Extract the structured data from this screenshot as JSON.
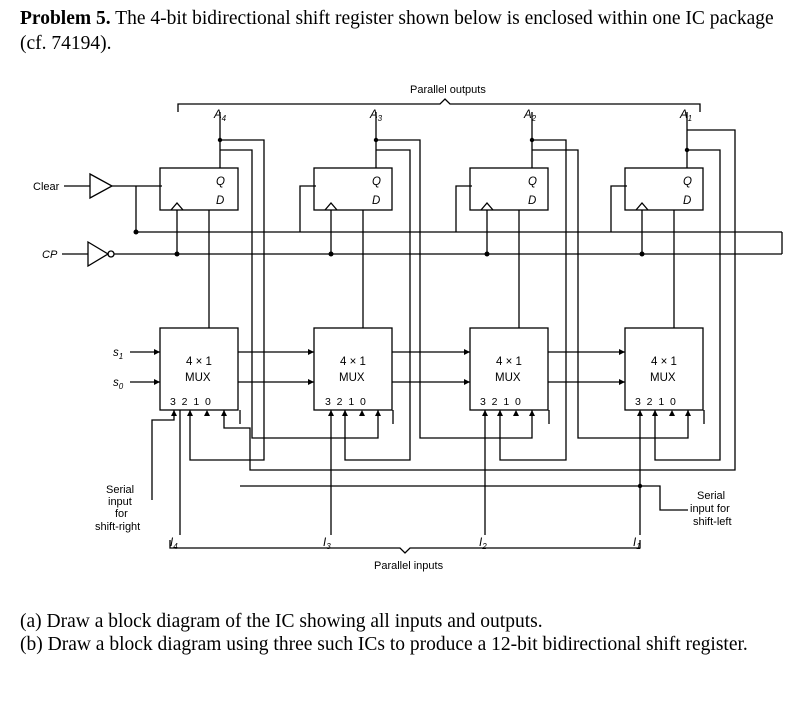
{
  "problem": {
    "label": "Problem 5.",
    "text": "The 4-bit bidirectional shift register shown below is enclosed within one IC package (cf. 74194)."
  },
  "figure": {
    "parallel_outputs": "Parallel outputs",
    "parallel_inputs": "Parallel inputs",
    "clear": "Clear",
    "cp": "CP",
    "s1": "s",
    "s1_sub": "1",
    "s0": "s",
    "s0_sub": "0",
    "serial_right": [
      "Serial",
      "input",
      "for",
      "shift-right"
    ],
    "serial_left": [
      "Serial",
      "input for",
      "shift-left"
    ],
    "outputs": [
      {
        "base": "A",
        "sub": "4"
      },
      {
        "base": "A",
        "sub": "3"
      },
      {
        "base": "A",
        "sub": "2"
      },
      {
        "base": "A",
        "sub": "1"
      }
    ],
    "inputs": [
      {
        "base": "I",
        "sub": "4"
      },
      {
        "base": "I",
        "sub": "3"
      },
      {
        "base": "I",
        "sub": "2"
      },
      {
        "base": "I",
        "sub": "1"
      }
    ],
    "ff_q": "Q",
    "ff_d": "D",
    "mux_line1": "4 × 1",
    "mux_line2": "MUX",
    "mux_pins": "3  2  1  0"
  },
  "questions": [
    "(a) Draw a block diagram of the IC showing all inputs and outputs.",
    "(b) Draw a block diagram using three such ICs to produce a 12-bit bidirectional shift register."
  ]
}
